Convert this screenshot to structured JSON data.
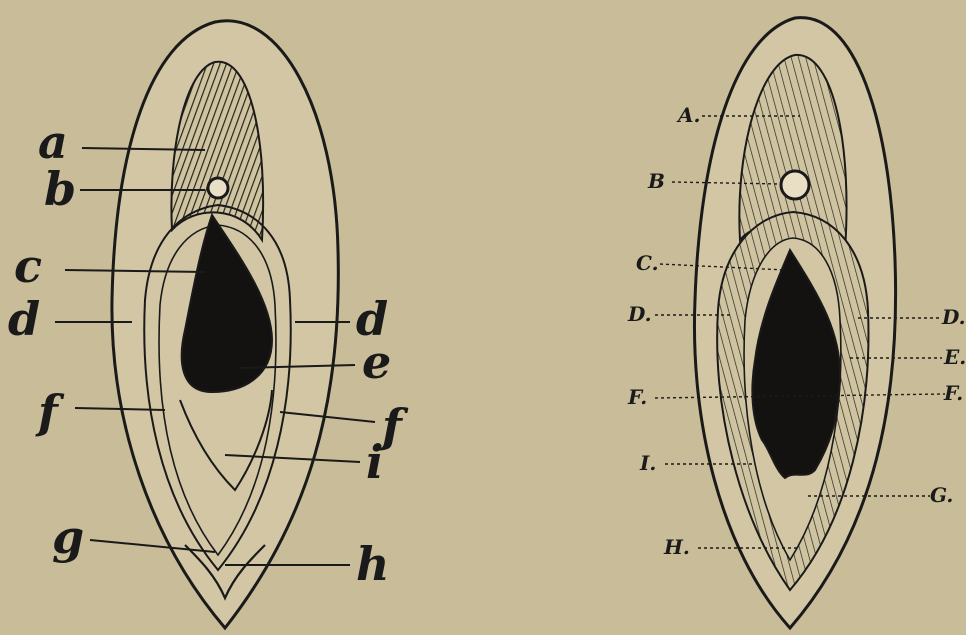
{
  "figure_left": {
    "labels": {
      "a": "a",
      "b": "b",
      "c": "c",
      "d_left": "d",
      "d_right": "d",
      "e": "e",
      "f_left": "f",
      "f_right": "f",
      "g": "g",
      "h": "h",
      "i": "i"
    }
  },
  "figure_right": {
    "labels": {
      "A": "A.",
      "B": "B",
      "C": "C.",
      "D_left": "D.",
      "D_right": "D.",
      "E": "E.",
      "F_left": "F.",
      "F_right": "F.",
      "I": "I.",
      "G": "G.",
      "H": "H."
    }
  },
  "colors": {
    "paper": "#c9bc98",
    "ink": "#1a1a1a"
  }
}
